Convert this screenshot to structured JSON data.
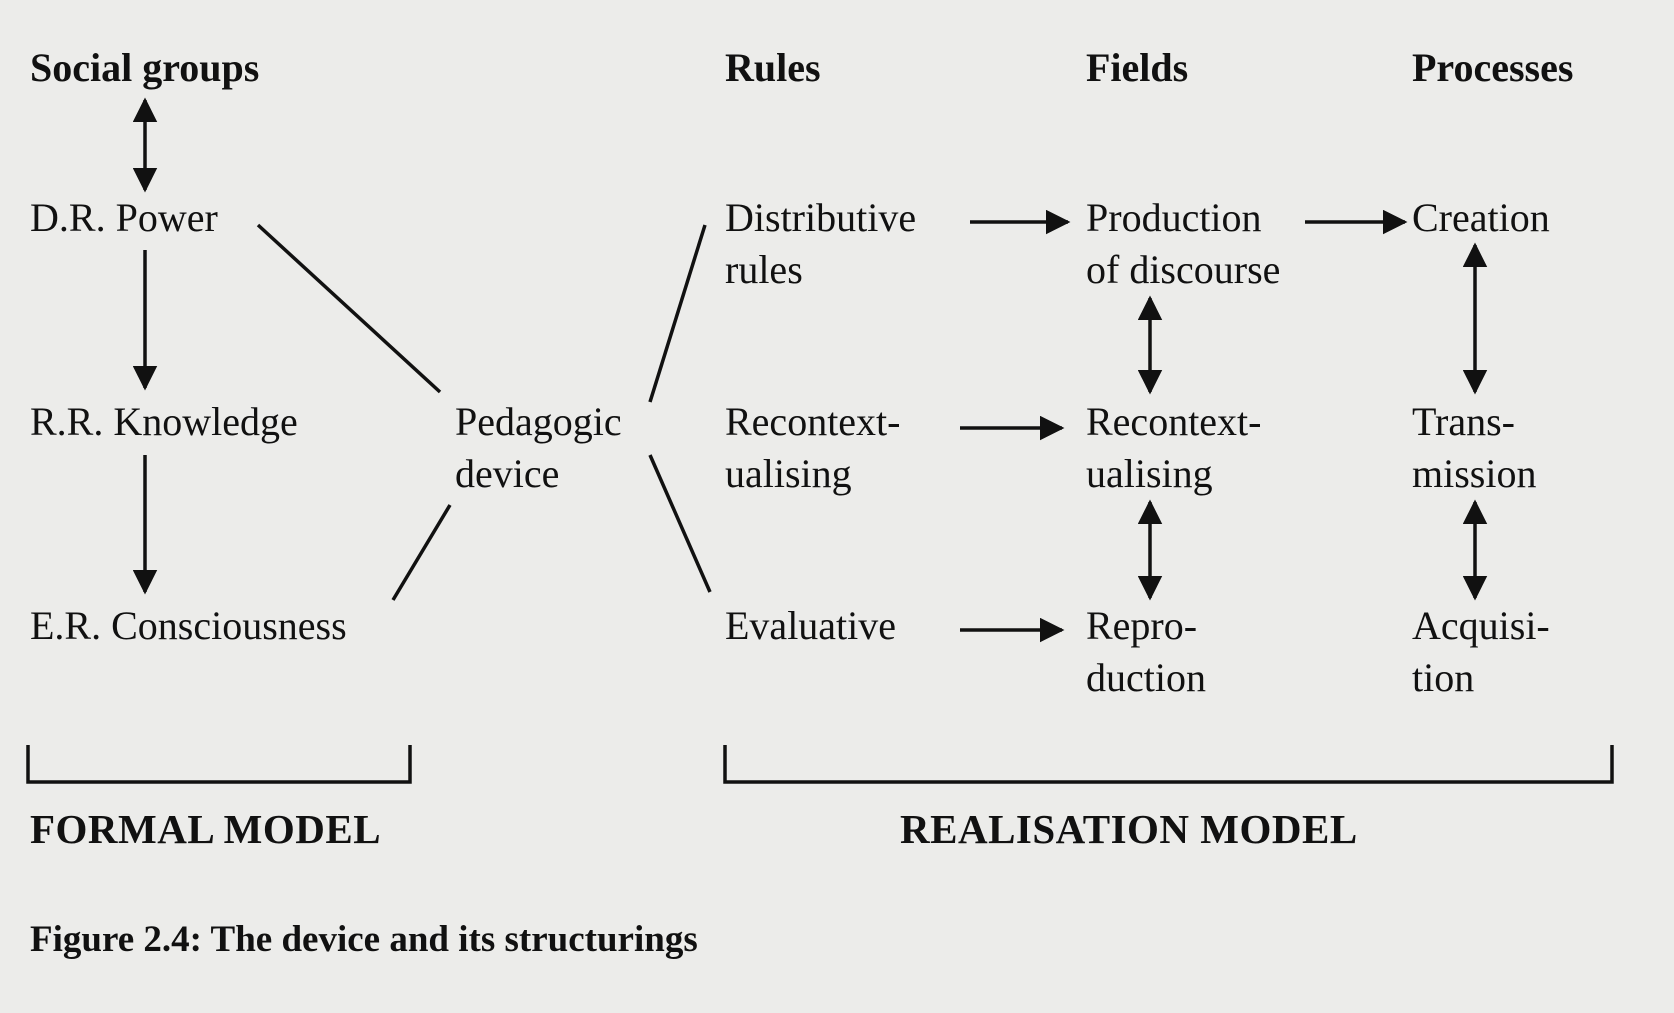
{
  "headers": {
    "social_groups": "Social groups",
    "rules": "Rules",
    "fields": "Fields",
    "processes": "Processes"
  },
  "formal": {
    "power": "D.R. Power",
    "knowledge": "R.R. Knowledge",
    "consciousness": "E.R. Consciousness"
  },
  "device": {
    "line1": "Pedagogic",
    "line2": "device"
  },
  "rules": {
    "distributive": {
      "line1": "Distributive",
      "line2": "rules"
    },
    "recontext": {
      "line1": "Recontext-",
      "line2": "ualising"
    },
    "evaluative": "Evaluative"
  },
  "fields": {
    "production": {
      "line1": "Production",
      "line2": "of discourse"
    },
    "recontext": {
      "line1": "Recontext-",
      "line2": "ualising"
    },
    "reproduction": {
      "line1": "Repro-",
      "line2": "duction"
    }
  },
  "processes": {
    "creation": "Creation",
    "transmission": {
      "line1": "Trans-",
      "line2": "mission"
    },
    "acquisition": {
      "line1": "Acquisi-",
      "line2": "tion"
    }
  },
  "models": {
    "formal": "FORMAL MODEL",
    "realisation": "REALISATION MODEL"
  },
  "caption": "Figure 2.4: The device and its structurings",
  "colors": {
    "ink": "#111111",
    "paper": "#ececea"
  }
}
